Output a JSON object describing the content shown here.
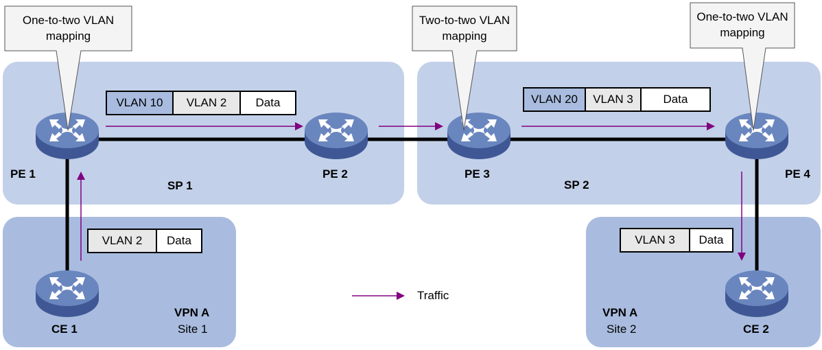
{
  "colors": {
    "sp_region": "#c3d0e9",
    "vpn_region": "#a9bcdf",
    "traffic_arrow": "#800080",
    "outer_tag": "#a9bcdf",
    "inner_tag": "#e8e8e8",
    "router_top": "#6a86bf",
    "router_side": "#3f5895"
  },
  "regions": {
    "sp1": "SP 1",
    "sp2": "SP 2",
    "site1": {
      "name": "VPN A",
      "site": "Site 1"
    },
    "site2": {
      "name": "VPN A",
      "site": "Site 2"
    }
  },
  "devices": {
    "pe1": "PE 1",
    "pe2": "PE 2",
    "pe3": "PE 3",
    "pe4": "PE 4",
    "ce1": "CE 1",
    "ce2": "CE 2"
  },
  "callouts": {
    "pe1": {
      "line1": "One-to-two VLAN",
      "line2": "mapping"
    },
    "pe3": {
      "line1": "Two-to-two VLAN",
      "line2": "mapping"
    },
    "pe4": {
      "line1": "One-to-two VLAN",
      "line2": "mapping"
    }
  },
  "frames": {
    "ce1_to_pe1": [
      "VLAN 2",
      "Data"
    ],
    "sp1": [
      "VLAN 10",
      "VLAN 2",
      "Data"
    ],
    "sp2": [
      "VLAN 20",
      "VLAN 3",
      "Data"
    ],
    "pe4_to_ce2": [
      "VLAN 3",
      "Data"
    ]
  },
  "legend": {
    "traffic": "Traffic"
  }
}
